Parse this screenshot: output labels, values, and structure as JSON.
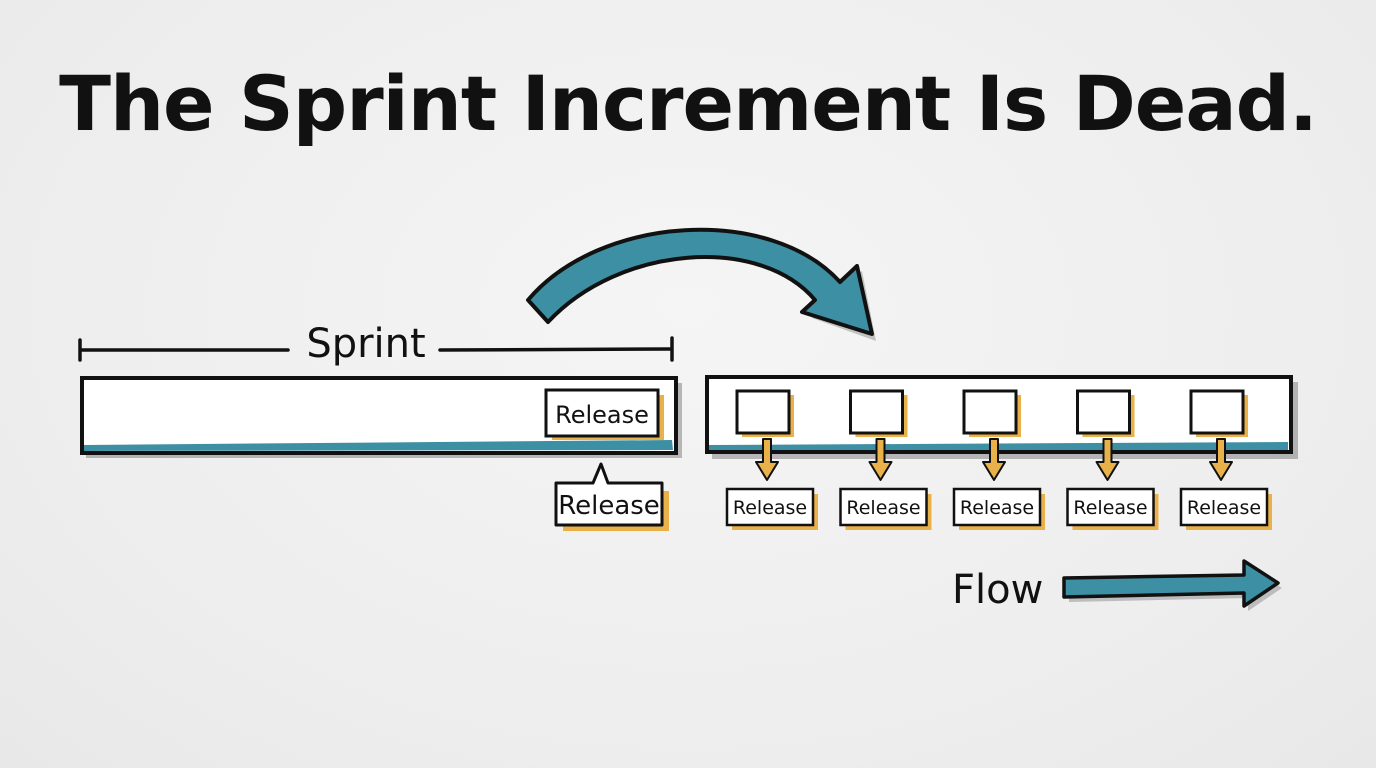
{
  "title": "The Sprint Increment Is Dead.",
  "sprint": {
    "label": "Sprint",
    "release_inside": "Release",
    "release_below": "Release"
  },
  "flow": {
    "label": "Flow",
    "releases": [
      "Release",
      "Release",
      "Release",
      "Release",
      "Release"
    ]
  },
  "colors": {
    "teal": "#3d8fa3",
    "amber": "#e8b14a",
    "ink": "#111111"
  }
}
